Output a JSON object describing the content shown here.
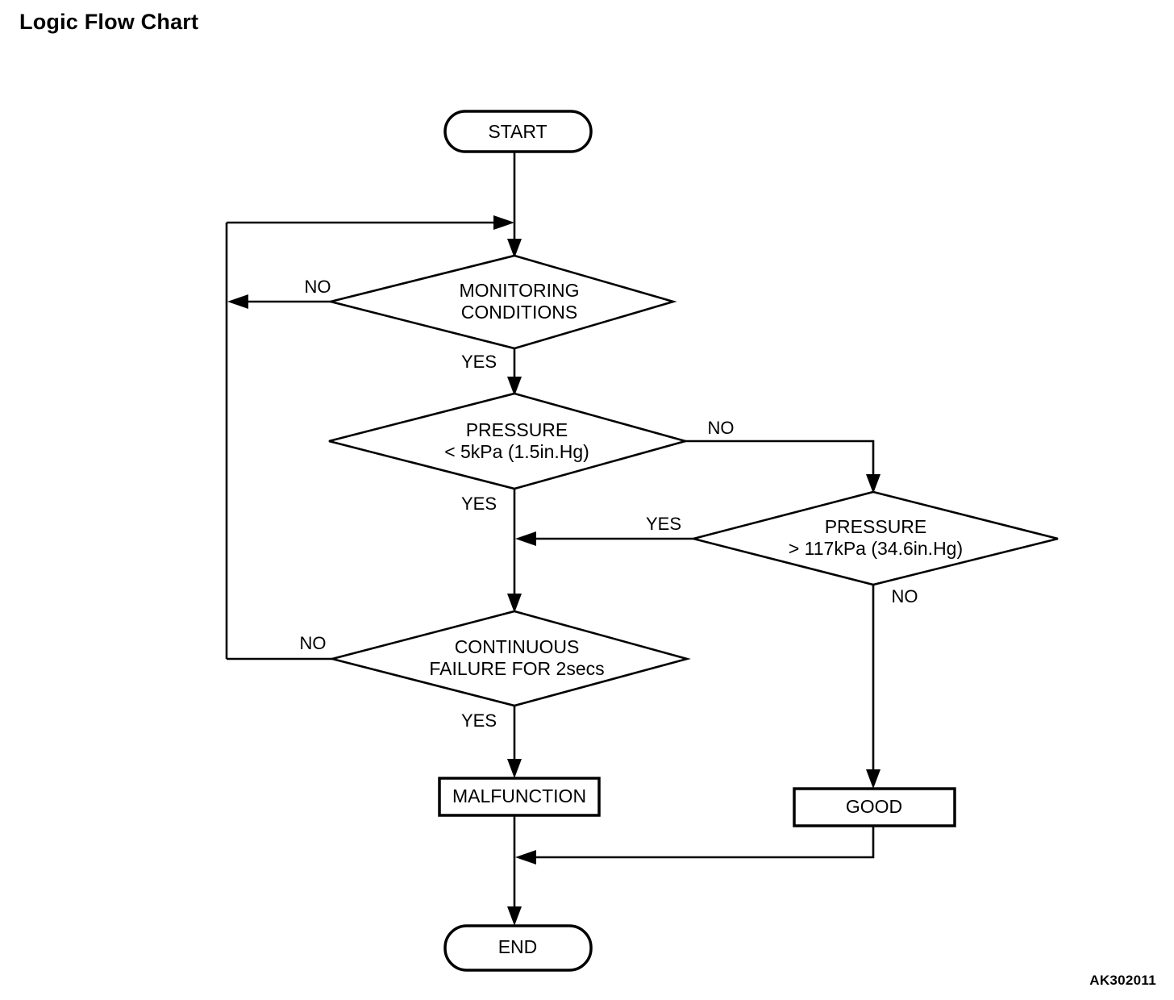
{
  "page": {
    "title": "Logic Flow Chart",
    "figure_code": "AK302011",
    "background_color": "#ffffff",
    "ink_color": "#000000"
  },
  "chart_data": {
    "type": "diagram",
    "diagram_kind": "flowchart",
    "title": "Logic Flow Chart",
    "orientation": "top-to-bottom",
    "nodes": [
      {
        "id": "start",
        "shape": "terminator",
        "label": "START"
      },
      {
        "id": "monitoring",
        "shape": "decision",
        "label_line1": "MONITORING",
        "label_line2": "CONDITIONS"
      },
      {
        "id": "pressure_low",
        "shape": "decision",
        "label_line1": "PRESSURE",
        "label_line2": "< 5kPa (1.5in.Hg)"
      },
      {
        "id": "pressure_high",
        "shape": "decision",
        "label_line1": "PRESSURE",
        "label_line2": "> 117kPa (34.6in.Hg)"
      },
      {
        "id": "continuous",
        "shape": "decision",
        "label_line1": "CONTINUOUS",
        "label_line2": "FAILURE FOR 2secs"
      },
      {
        "id": "malfunction",
        "shape": "process",
        "label": "MALFUNCTION"
      },
      {
        "id": "good",
        "shape": "process",
        "label": "GOOD"
      },
      {
        "id": "end",
        "shape": "terminator",
        "label": "END"
      }
    ],
    "edges": [
      {
        "from": "start",
        "to": "monitoring",
        "label": ""
      },
      {
        "from": "monitoring",
        "to": "monitoring",
        "label": "NO",
        "note": "loops back to input of MONITORING CONDITIONS"
      },
      {
        "from": "monitoring",
        "to": "pressure_low",
        "label": "YES"
      },
      {
        "from": "pressure_low",
        "to": "pressure_high",
        "label": "NO"
      },
      {
        "from": "pressure_low",
        "to": "continuous",
        "label": "YES"
      },
      {
        "from": "pressure_high",
        "to": "continuous",
        "label": "YES"
      },
      {
        "from": "pressure_high",
        "to": "good",
        "label": "NO"
      },
      {
        "from": "continuous",
        "to": "monitoring",
        "label": "NO",
        "note": "loops back to input of MONITORING CONDITIONS"
      },
      {
        "from": "continuous",
        "to": "malfunction",
        "label": "YES"
      },
      {
        "from": "malfunction",
        "to": "end",
        "label": ""
      },
      {
        "from": "good",
        "to": "end",
        "label": ""
      }
    ],
    "edge_labels": {
      "monitoring_no": "NO",
      "monitoring_yes": "YES",
      "pressure_low_no": "NO",
      "pressure_low_yes": "YES",
      "pressure_high_yes": "YES",
      "pressure_high_no": "NO",
      "continuous_no": "NO",
      "continuous_yes": "YES"
    }
  },
  "nodes": {
    "start": {
      "label": "START"
    },
    "monitoring": {
      "line1": "MONITORING",
      "line2": "CONDITIONS"
    },
    "pressure_low": {
      "line1": "PRESSURE",
      "line2": "< 5kPa (1.5in.Hg)"
    },
    "pressure_high": {
      "line1": "PRESSURE",
      "line2": "> 117kPa (34.6in.Hg)"
    },
    "continuous": {
      "line1": "CONTINUOUS",
      "line2": "FAILURE FOR 2secs"
    },
    "malfunction": {
      "label": "MALFUNCTION"
    },
    "good": {
      "label": "GOOD"
    },
    "end": {
      "label": "END"
    }
  },
  "labels": {
    "monitoring_no": "NO",
    "monitoring_yes": "YES",
    "pressure_low_no": "NO",
    "pressure_low_yes": "YES",
    "pressure_high_yes": "YES",
    "pressure_high_no": "NO",
    "continuous_no": "NO",
    "continuous_yes": "YES"
  }
}
